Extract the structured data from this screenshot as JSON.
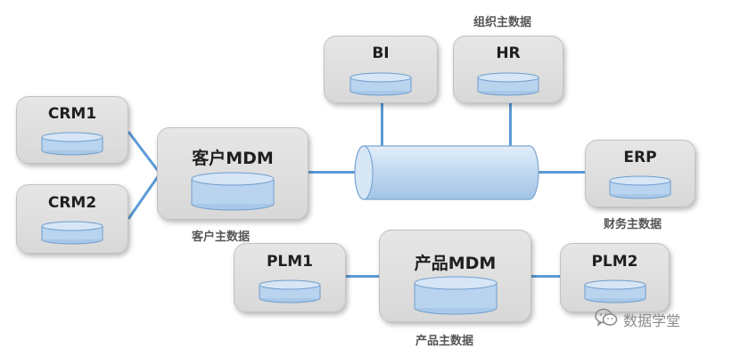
{
  "nodes": {
    "bi": "BI",
    "hr": "HR",
    "crm1": "CRM1",
    "crm2": "CRM2",
    "customer_mdm": "客户MDM",
    "erp": "ERP",
    "plm1": "PLM1",
    "product_mdm": "产品MDM",
    "plm2": "PLM2"
  },
  "captions": {
    "org_master": "组织主数据",
    "customer_master": "客户主数据",
    "finance_master": "财务主数据",
    "product_master": "产品主数据"
  },
  "watermark": {
    "text": "数据学堂",
    "icon": "wechat-icon"
  },
  "colors": {
    "connector": "#5b9bd5",
    "database_fill": "#b7d3ef",
    "node_fill": "#e0e0e0"
  }
}
